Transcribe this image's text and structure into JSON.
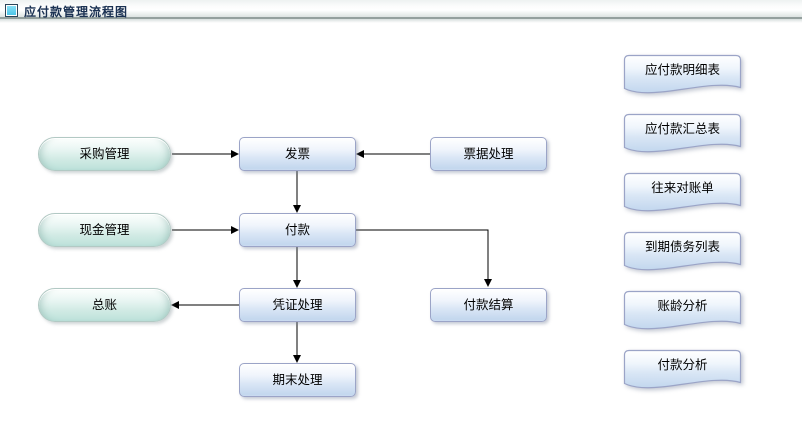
{
  "header": {
    "title": "应付款管理流程图"
  },
  "nodes": {
    "purchase": {
      "label": "采购管理"
    },
    "cash": {
      "label": "现金管理"
    },
    "ledger": {
      "label": "总账"
    },
    "invoice": {
      "label": "发票"
    },
    "payment": {
      "label": "付款"
    },
    "voucher": {
      "label": "凭证处理"
    },
    "period_end": {
      "label": "期末处理"
    },
    "bill": {
      "label": "票据处理"
    },
    "settlement": {
      "label": "付款结算"
    }
  },
  "reports": [
    {
      "label": "应付款明细表"
    },
    {
      "label": "应付款汇总表"
    },
    {
      "label": "往来对账单"
    },
    {
      "label": "到期债务列表"
    },
    {
      "label": "账龄分析"
    },
    {
      "label": "付款分析"
    }
  ],
  "edges": [
    {
      "from": "采购管理",
      "to": "发票"
    },
    {
      "from": "票据处理",
      "to": "发票"
    },
    {
      "from": "发票",
      "to": "付款"
    },
    {
      "from": "现金管理",
      "to": "付款"
    },
    {
      "from": "付款",
      "to": "付款结算"
    },
    {
      "from": "付款",
      "to": "凭证处理"
    },
    {
      "from": "凭证处理",
      "to": "总账"
    },
    {
      "from": "凭证处理",
      "to": "期末处理"
    }
  ],
  "colors": {
    "capsule_fill": "#cde9e3",
    "process_fill": "#c9dcf0",
    "report_fill": "#c9dcf0",
    "shape_border": "#9ba4c7",
    "arrow": "#000000",
    "title_text": "#1a3152",
    "icon_fill": "#45c2e6"
  }
}
